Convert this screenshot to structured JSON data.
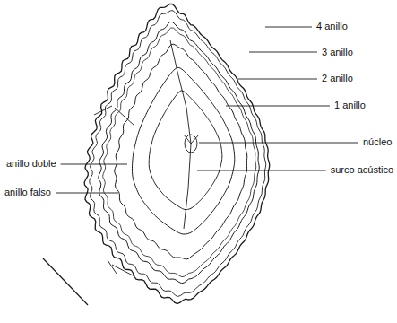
{
  "diagram": {
    "labels": [
      "4 anillo",
      "3 anillo",
      "2 anillo",
      "1 anillo",
      "núcleo",
      "surco acústico",
      "anillo doble",
      "anillo falso"
    ]
  }
}
